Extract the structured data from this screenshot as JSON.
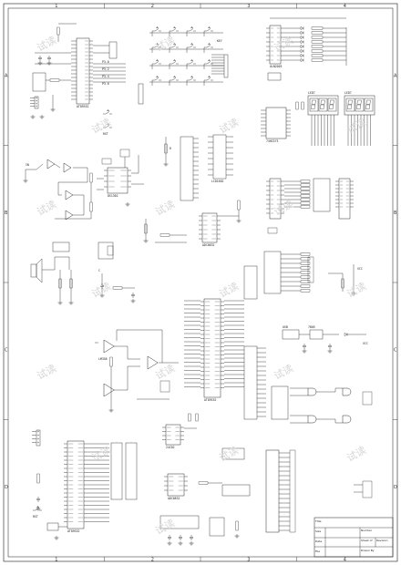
{
  "sheet": {
    "zones_top": [
      "1",
      "2",
      "3",
      "4"
    ],
    "zones_side": [
      "A",
      "B",
      "C",
      "D"
    ],
    "watermark": "试读"
  },
  "title_block": {
    "rows": [
      "Title",
      "Size",
      "Date",
      "File"
    ],
    "fields": [
      "Number",
      "Revision",
      "Sheet of",
      "Drawn By"
    ]
  },
  "ic_labels": {
    "mcu": "AT89S52",
    "keypad": "KEY",
    "display_left": "LED7",
    "display_right": "LED7",
    "latch": "74HC573",
    "driver": "ULN2003",
    "memory": "24C02",
    "adc": "ADC0832",
    "lcd": "LCD1602",
    "clock": "DS1302",
    "regulator": "7805",
    "usb": "USB",
    "opamp": "LM358"
  }
}
